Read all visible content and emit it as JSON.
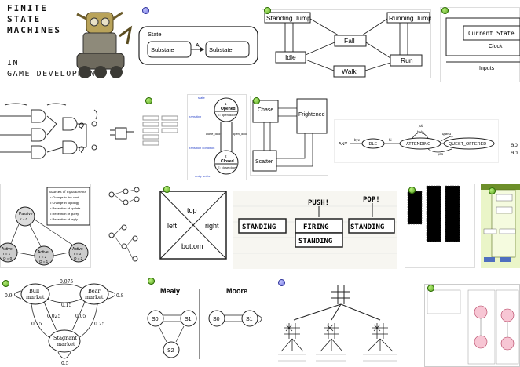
{
  "tiles": {
    "fsm_book": {
      "line1": "FINITE",
      "line2": "STATE",
      "line3": "MACHINES",
      "line4": "IN",
      "line5": "GAME DEVELOPMENT"
    },
    "state_diagram": {
      "state": "State",
      "substate_a": "Substate",
      "substate_b": "Substate",
      "edge": "A"
    },
    "game_fsm": {
      "standing_jump": "Standing Jump",
      "running_jump": "Running Jump",
      "fall": "Fall",
      "idle": "Idle",
      "run": "Run",
      "walk": "Walk"
    },
    "current_state": {
      "label": "Current State",
      "clock": "Clock",
      "inputs": "Inputs"
    },
    "door": {
      "opened": "Opened",
      "closed": "Closed",
      "open_door": "E: open door",
      "close_door_label": "E: close door",
      "n1": "1",
      "n2": "2",
      "state": "state",
      "transition": "transition",
      "transition_condition": "transition condition",
      "entry_action": "entry action",
      "close_door": "close_door",
      "open_door_edge": "open_door"
    },
    "ghost": {
      "chase": "Chase",
      "frightened": "Frightened",
      "scatter": "Scatter"
    },
    "quest": {
      "any": "ANY",
      "idle": "IDLE",
      "attending": "ATTENDING",
      "quest_offered": "QUEST_OFFERED",
      "bye": "bye",
      "hi": "hi",
      "job": "job",
      "help": "help",
      "quest": "quest",
      "yes": "yes"
    },
    "network": {
      "title": "Sources of Input Events",
      "items": [
        "• Change in link cost",
        "• Change in topology",
        "• Reception of update",
        "• Reception of query",
        "• Reception of reply"
      ],
      "passive": "Passive",
      "active": "Active",
      "r0": "r = 0",
      "r1": "r = 1",
      "r2": "r = 2",
      "r3": "r = 3",
      "o0": "O = 0",
      "o1": "O = 1",
      "o2": "O = 2"
    },
    "grid": {
      "top": "top",
      "left": "left",
      "right": "right",
      "bottom": "bottom"
    },
    "standing": {
      "push": "PUSH!",
      "pop": "POP!",
      "standing1": "STANDING",
      "firing": "FIRING",
      "standing2": "STANDING",
      "standing3": "STANDING"
    },
    "markov": {
      "bull": "Bull\nmarket",
      "bear": "Bear\nmarket",
      "stagnant": "Stagnant\nmarket",
      "p1": "0.075",
      "p2": "0.15",
      "p3": "0.9",
      "p4": "0.8",
      "p5": "0.025",
      "p6": "0.05",
      "p7": "0.25",
      "p8": "0.25",
      "p9": "0.5"
    },
    "mealy_moore": {
      "mealy": "Mealy",
      "moore": "Moore",
      "s0": "S0",
      "s1": "S1",
      "s2": "S2"
    },
    "partial_text": {
      "t1": "ab",
      "t2": "ab"
    }
  }
}
